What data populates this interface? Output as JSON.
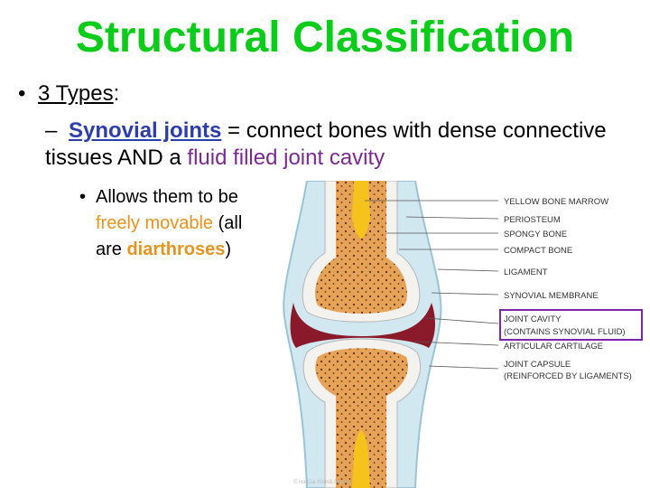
{
  "slide": {
    "title": "Structural Classification",
    "bullet1": {
      "marker": "•",
      "underlined": "3 Types",
      "rest": ":"
    },
    "bullet2": {
      "marker": "–",
      "term": "Synovial joints",
      "middle": " = connect bones with dense connective tissues AND a ",
      "highlight": "fluid filled joint cavity"
    },
    "bullet3": {
      "marker": "•",
      "prefix": "Allows them to be ",
      "freely": "freely movable",
      "middle": " (all are ",
      "term": "diarthroses",
      "suffix": ")"
    }
  },
  "diagram": {
    "labels": {
      "yellow_bone_marrow": "YELLOW BONE MARROW",
      "periosteum": "PERIOSTEUM",
      "spongy_bone": "SPONGY BONE",
      "compact_bone": "COMPACT BONE",
      "ligament": "LIGAMENT",
      "synovial_membrane": "SYNOVIAL MEMBRANE",
      "joint_cavity_1": "JOINT CAVITY",
      "joint_cavity_2": "(CONTAINS SYNOVIAL FLUID)",
      "articular_cartilage": "ARTICULAR CARTILAGE",
      "joint_capsule_1": "JOINT CAPSULE",
      "joint_capsule_2": "(REINFORCED BY LIGAMENTS)"
    },
    "watermark": "© Ha Gai Kinndi Anana",
    "colors": {
      "highlight_box": "#7a28a8",
      "marrow": "#f7c21a",
      "spongy": "#e39a4a",
      "cavity": "#8a1a2a",
      "capsule": "#cfe6ee",
      "cartilage": "#d8e4ec"
    }
  }
}
